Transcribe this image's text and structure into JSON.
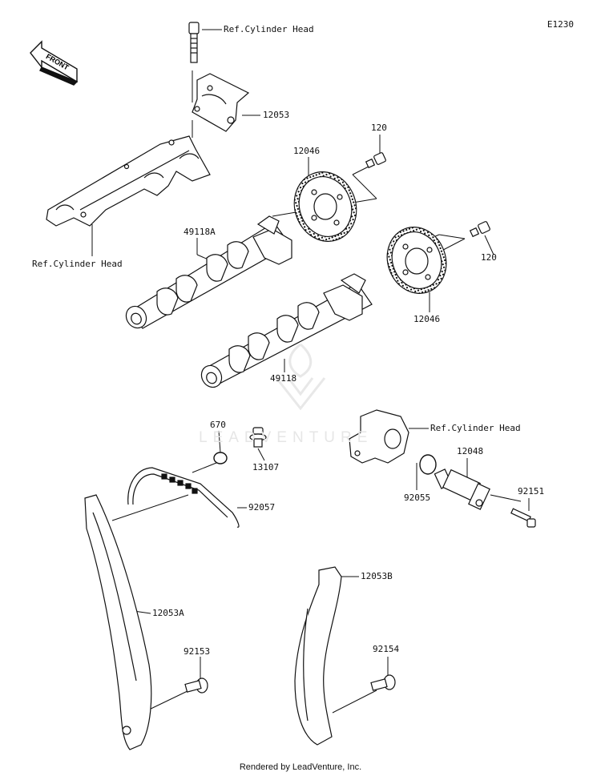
{
  "diagram_code": "E1230",
  "front_indicator": "FRONT",
  "watermark_text": "LEADVENTURE",
  "footer": "Rendered by LeadVenture, Inc.",
  "labels": {
    "ref_head_top": "Ref.Cylinder Head",
    "ref_head_left": "Ref.Cylinder Head",
    "ref_head_right": "Ref.Cylinder Head",
    "p12053": "12053",
    "p120_top": "120",
    "p120_right": "120",
    "p12046_top": "12046",
    "p12046_bottom": "12046",
    "p49118A": "49118A",
    "p49118": "49118",
    "p670": "670",
    "p13107": "13107",
    "p92057": "92057",
    "p12048": "12048",
    "p92055": "92055",
    "p92151": "92151",
    "p12053A": "12053A",
    "p12053B": "12053B",
    "p92153": "92153",
    "p92154": "92154"
  },
  "colors": {
    "line": "#111111",
    "watermark": "#e6e6e6",
    "background": "#ffffff"
  }
}
